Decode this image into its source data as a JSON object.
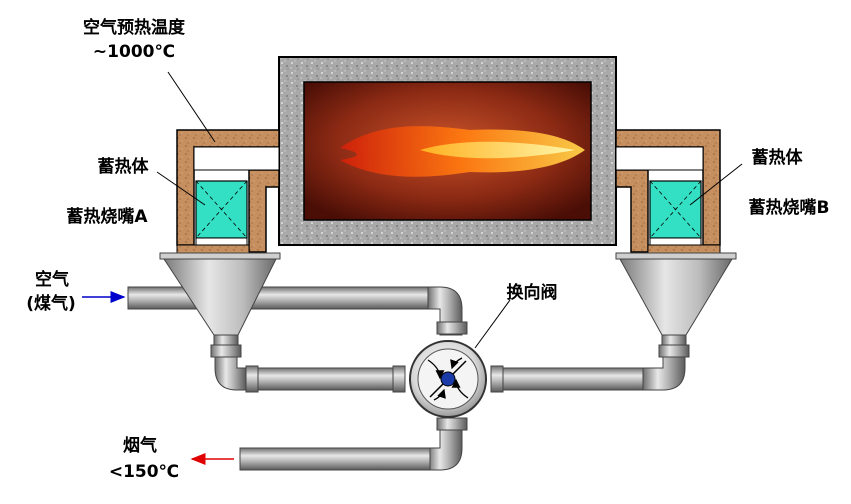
{
  "labels": {
    "air_preheat_title": "空气预热温度",
    "air_preheat_temp": "~1000℃",
    "regenerator_left": "蓄热体",
    "burner_a": "蓄热烧嘴A",
    "regenerator_right": "蓄热体",
    "burner_b": "蓄热烧嘴B",
    "air_inlet_1": "空气",
    "air_inlet_2": "(煤气)",
    "reversing_valve": "换向阀",
    "flue_gas_1": "烟气",
    "flue_gas_2": "<150℃"
  },
  "colors": {
    "refractory": "#c68f5f",
    "furnace_wall": "#9e9e9e",
    "regenerator": "#33e0c4",
    "pipe": "#8c8c8c",
    "air_arrow": "#0000cc",
    "flue_arrow": "#e00000"
  }
}
